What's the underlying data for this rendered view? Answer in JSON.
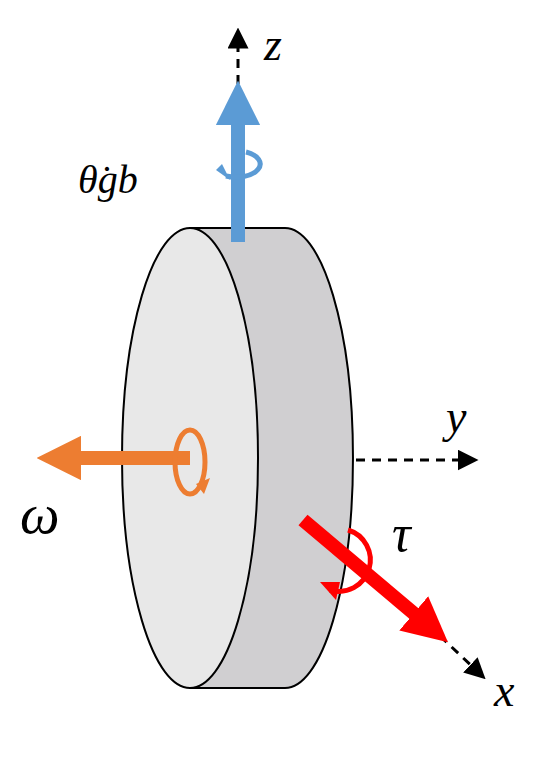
{
  "diagram": {
    "labels": [
      "z",
      "θ̇gb",
      "y",
      "ω",
      "τ",
      "x"
    ]
  }
}
